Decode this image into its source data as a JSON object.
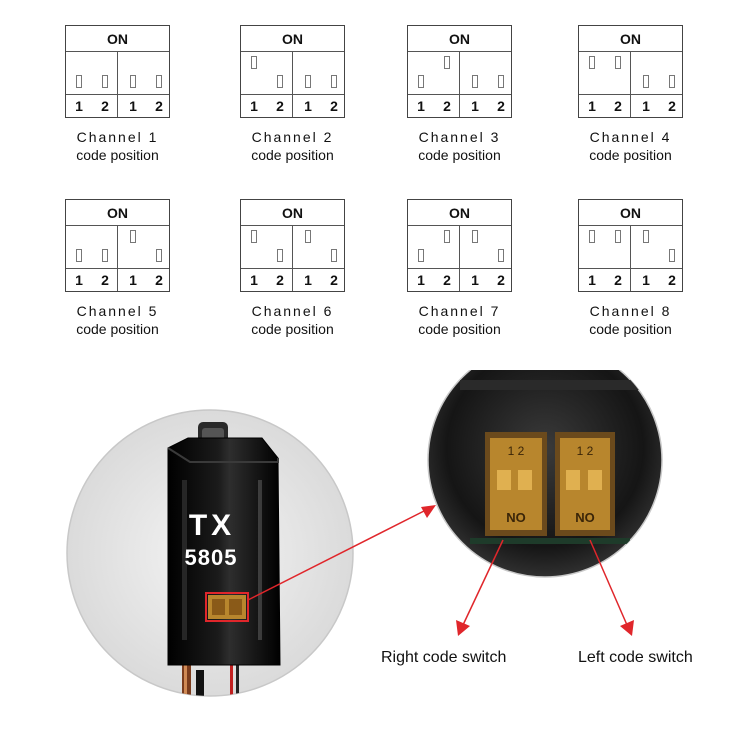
{
  "switch": {
    "on_label": "ON",
    "numbers": [
      "1",
      "2",
      "1",
      "2"
    ]
  },
  "channels": [
    {
      "line1": "Channel 1",
      "line2": "code position",
      "up": [
        false,
        false,
        false,
        false
      ]
    },
    {
      "line1": "Channel 2",
      "line2": "code position",
      "up": [
        true,
        false,
        false,
        false
      ]
    },
    {
      "line1": "Channel 3",
      "line2": "code position",
      "up": [
        false,
        true,
        false,
        false
      ]
    },
    {
      "line1": "Channel 4",
      "line2": "code position",
      "up": [
        true,
        true,
        false,
        false
      ]
    },
    {
      "line1": "Channel 5",
      "line2": "code position",
      "up": [
        false,
        false,
        true,
        false
      ]
    },
    {
      "line1": "Channel 6",
      "line2": "code position",
      "up": [
        true,
        false,
        true,
        false
      ]
    },
    {
      "line1": "Channel 7",
      "line2": "code position",
      "up": [
        false,
        true,
        true,
        false
      ]
    },
    {
      "line1": "Channel 8",
      "line2": "code position",
      "up": [
        true,
        true,
        true,
        false
      ]
    }
  ],
  "device": {
    "label_tx": "TX",
    "label_model": "5805"
  },
  "closeup": {
    "switch_digits_left": "1 2",
    "switch_digits_right": "1 2",
    "switch_on_left": "NO",
    "switch_on_right": "NO"
  },
  "labels": {
    "right_switch": "Right code switch",
    "left_switch": "Left code switch"
  },
  "colors": {
    "arrow": "#e0262b",
    "device_body": "#0b0b0b",
    "switch_amber": "#b8862d"
  }
}
